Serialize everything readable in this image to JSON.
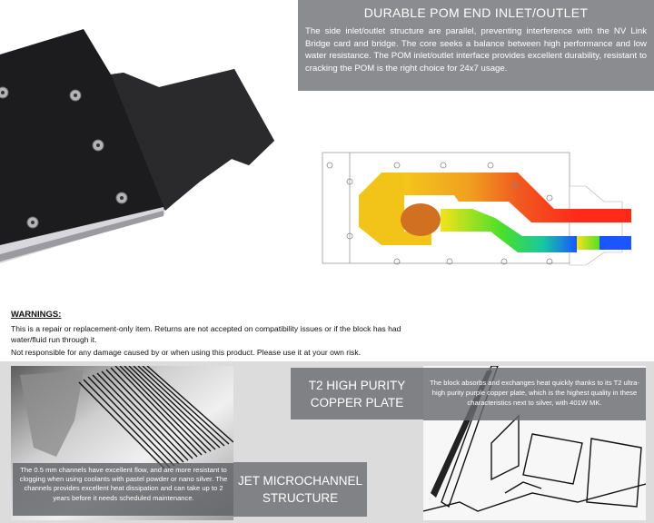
{
  "pom_section": {
    "title": "DURABLE POM END INLET/OUTLET",
    "body": "The side inlet/outlet structure are parallel, preventing interference with the NV Link Bridge card and bridge. The core seeks a balance between high performance and low water resistance. The POM inlet/outlet interface provides excellent durability, resistant to cracking the POM is the right choice for 24x7 usage."
  },
  "warnings": {
    "title": "WARNINGS:",
    "line1": "This is a repair or replacement-only item. Returns are not accepted on compatibility issues or if the block has had water/fluid run through it.",
    "line2": "Not responsible for any damage caused by or when using this product. Please use it at your own risk."
  },
  "t2_section": {
    "label_line1": "T2 HIGH PURITY",
    "label_line2": "COPPER PLATE",
    "body": "The block absorbs and exchanges heat quickly thanks to its T2 ultra-high purity purple copper plate, which is the highest quality in these characteristics next to silver, with 401W MK."
  },
  "jet_section": {
    "label_line1": "JET MICROCHANNEL",
    "label_line2": "STRUCTURE",
    "body": "The 0.5 mm channels have excellent flow, and are more resistant to clogging when using coolants with pastel powder or nano silver. The channels provides excellent heat dissipation and can take up to 2 years before it needs scheduled maintenance."
  },
  "colors": {
    "panel_gray": "#8a8c90",
    "band_gray": "#dcdcdc",
    "flow_hot": "#ff2a1a",
    "flow_cold": "#1a55ff",
    "flow_mid": "#f5d21a"
  }
}
